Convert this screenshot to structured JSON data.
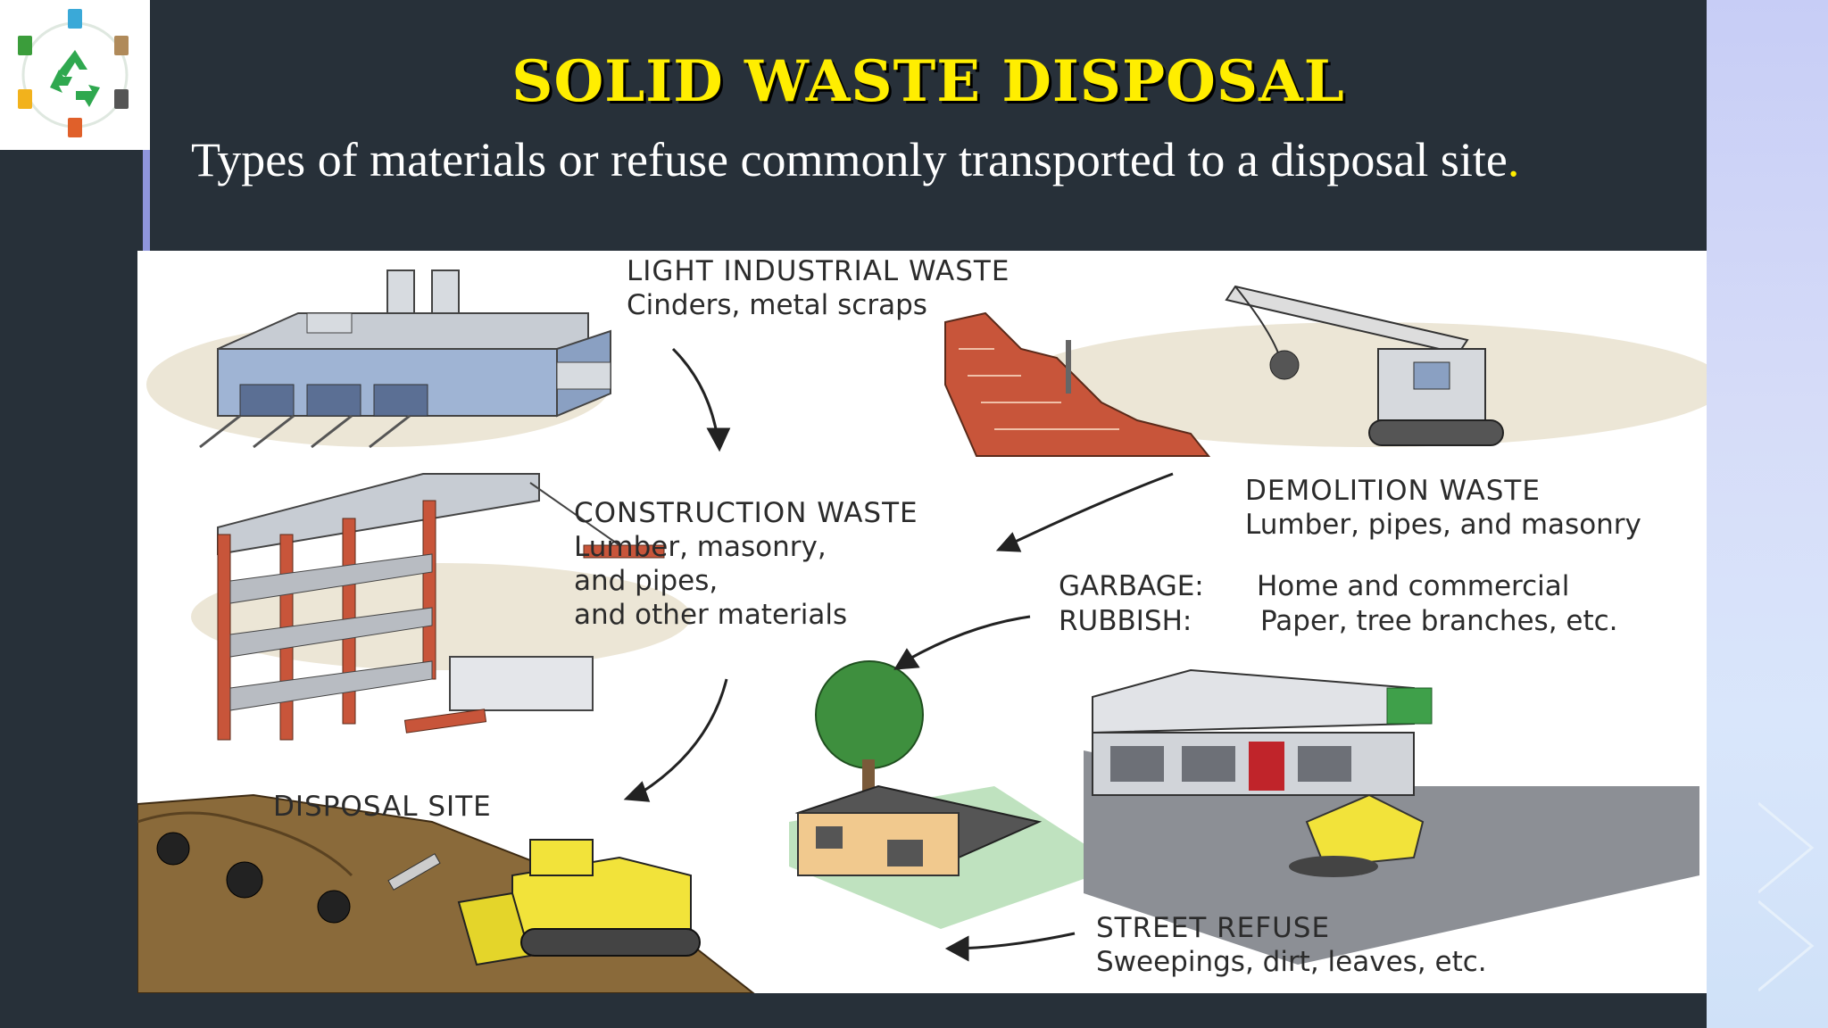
{
  "slide": {
    "title": "SOLID WASTE DISPOSAL",
    "subtitle": "Types of materials or refuse commonly transported to a disposal site",
    "subtitle_end": "."
  },
  "diagram": {
    "light_industrial": {
      "heading": "LIGHT INDUSTRIAL WASTE",
      "detail": "Cinders, metal scraps"
    },
    "construction": {
      "heading": "CONSTRUCTION WASTE",
      "line1": "Lumber, masonry,",
      "line2": "and pipes,",
      "line3": "and other materials"
    },
    "demolition": {
      "heading": "DEMOLITION WASTE",
      "detail": "Lumber, pipes, and masonry"
    },
    "garbage": {
      "label": "GARBAGE:",
      "detail": "Home and commercial"
    },
    "rubbish": {
      "label": "RUBBISH:",
      "detail": "Paper, tree branches, etc."
    },
    "disposal_site": {
      "heading": "DISPOSAL SITE"
    },
    "street_refuse": {
      "heading": "STREET REFUSE",
      "detail": "Sweepings, dirt, leaves, etc."
    }
  },
  "colors": {
    "background": "#273039",
    "title": "#ffee00",
    "accent_strip": "#8f95dc",
    "brick": "#c8553a",
    "building_blue": "#9fb4d4",
    "bulldozer": "#f2e33a",
    "soil": "#8a6a3a"
  },
  "icons": [
    "recycle-icon",
    "bin-icon"
  ]
}
